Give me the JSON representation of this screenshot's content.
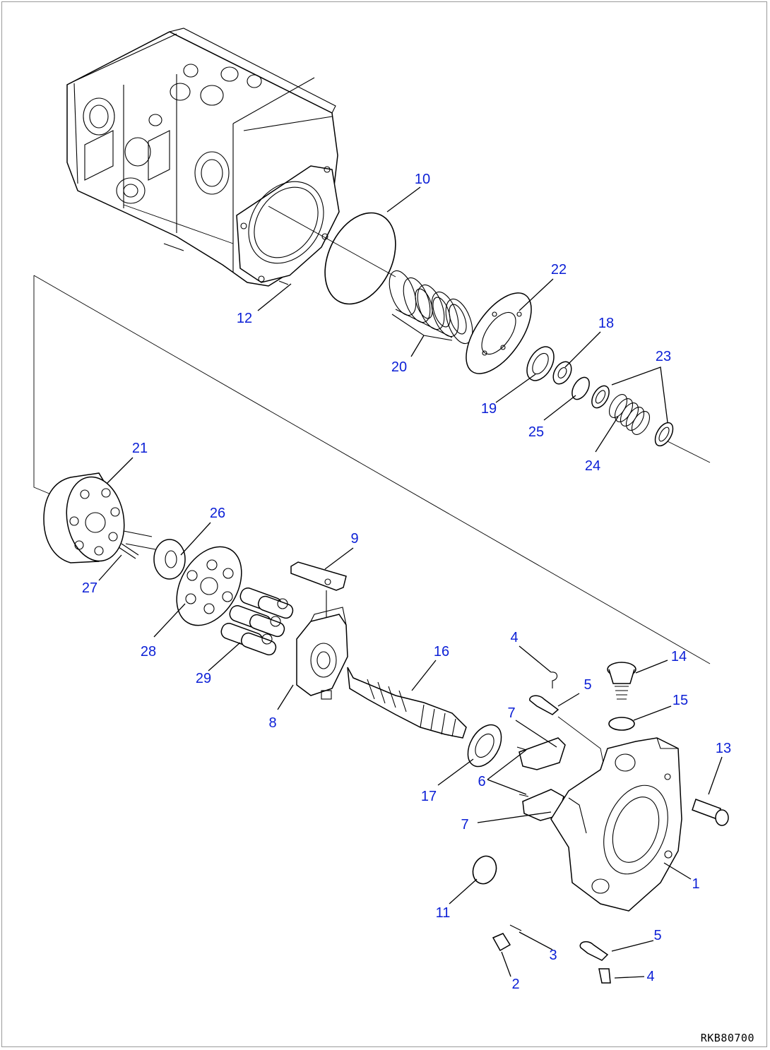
{
  "figure": {
    "drawing_code": "RKB80700"
  },
  "callouts": [
    {
      "id": "c10",
      "label": "10"
    },
    {
      "id": "c12",
      "label": "12"
    },
    {
      "id": "c20",
      "label": "20"
    },
    {
      "id": "c22",
      "label": "22"
    },
    {
      "id": "c18",
      "label": "18"
    },
    {
      "id": "c19",
      "label": "19"
    },
    {
      "id": "c23",
      "label": "23"
    },
    {
      "id": "c25",
      "label": "25"
    },
    {
      "id": "c24",
      "label": "24"
    },
    {
      "id": "c21",
      "label": "21"
    },
    {
      "id": "c26",
      "label": "26"
    },
    {
      "id": "c27",
      "label": "27"
    },
    {
      "id": "c9",
      "label": "9"
    },
    {
      "id": "c28",
      "label": "28"
    },
    {
      "id": "c29",
      "label": "29"
    },
    {
      "id": "c8",
      "label": "8"
    },
    {
      "id": "c16",
      "label": "16"
    },
    {
      "id": "c4a",
      "label": "4"
    },
    {
      "id": "c5a",
      "label": "5"
    },
    {
      "id": "c14",
      "label": "14"
    },
    {
      "id": "c15",
      "label": "15"
    },
    {
      "id": "c7a",
      "label": "7"
    },
    {
      "id": "c13",
      "label": "13"
    },
    {
      "id": "c17",
      "label": "17"
    },
    {
      "id": "c6",
      "label": "6"
    },
    {
      "id": "c7b",
      "label": "7"
    },
    {
      "id": "c1",
      "label": "1"
    },
    {
      "id": "c11",
      "label": "11"
    },
    {
      "id": "c5b",
      "label": "5"
    },
    {
      "id": "c3",
      "label": "3"
    },
    {
      "id": "c4b",
      "label": "4"
    },
    {
      "id": "c2",
      "label": "2"
    }
  ],
  "colors": {
    "callout": "#0b1fd6",
    "line": "#000000",
    "background": "#ffffff"
  }
}
